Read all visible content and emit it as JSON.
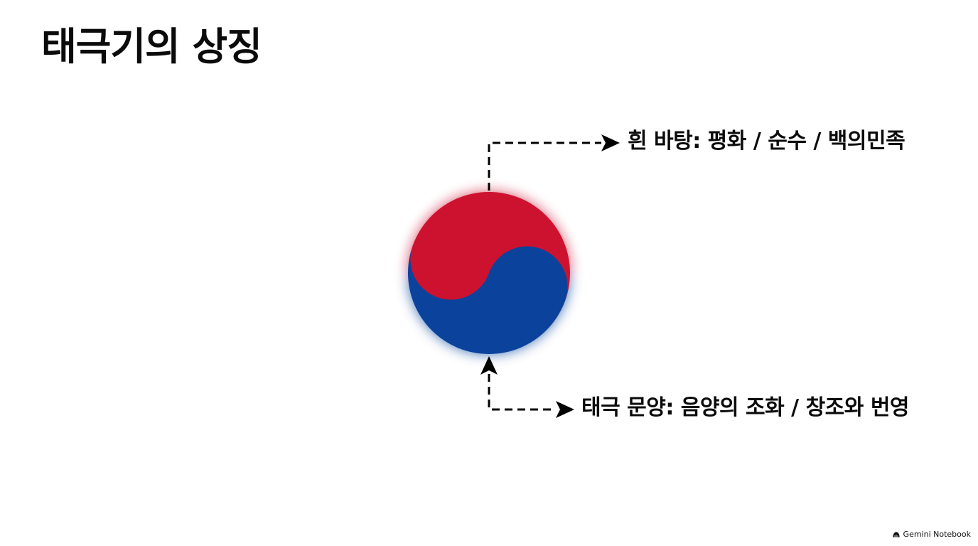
{
  "title": "태극기의 상징",
  "labels": {
    "background": "흰 바탕: 평화 / 순수 / 백의민족",
    "taegeuk": "태극 문양: 음양의 조화 / 창조와 번영"
  },
  "brand": {
    "icon": "gemini-notebook-icon",
    "text": "Gemini Notebook"
  },
  "colors": {
    "red": "#cd1230",
    "blue": "#0b429c",
    "text": "#0b0b0b",
    "background": "#ffffff"
  }
}
